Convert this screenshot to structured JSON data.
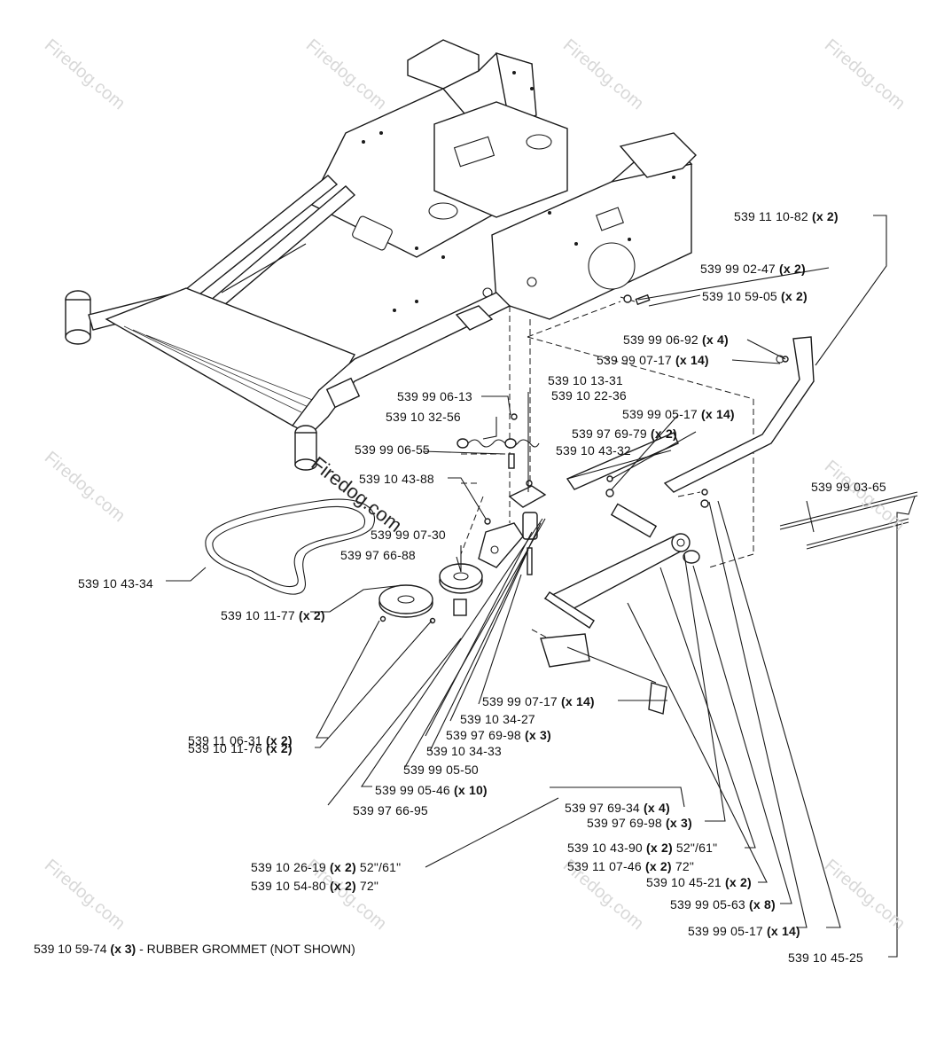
{
  "watermark": {
    "text": "Firedog.com"
  },
  "labels": [
    {
      "id": "l1",
      "part": "539 11 10-82",
      "qty": "(x 2)",
      "suffix": ""
    },
    {
      "id": "l2",
      "part": "539 99 02-47",
      "qty": "(x 2)",
      "suffix": ""
    },
    {
      "id": "l3",
      "part": "539 10 59-05",
      "qty": "(x 2)",
      "suffix": ""
    },
    {
      "id": "l4",
      "part": "539 99 06-92",
      "qty": "(x 4)",
      "suffix": ""
    },
    {
      "id": "l5",
      "part": "539 99 07-17",
      "qty": "(x 14)",
      "suffix": ""
    },
    {
      "id": "l6",
      "part": "539 10 13-31",
      "qty": "",
      "suffix": ""
    },
    {
      "id": "l7",
      "part": "539 99 06-13",
      "qty": "",
      "suffix": ""
    },
    {
      "id": "l8",
      "part": "539 10 22-36",
      "qty": "",
      "suffix": ""
    },
    {
      "id": "l9",
      "part": "539 10 32-56",
      "qty": "",
      "suffix": ""
    },
    {
      "id": "l10",
      "part": "539 99 05-17",
      "qty": "(x 14)",
      "suffix": ""
    },
    {
      "id": "l11",
      "part": "539 97 69-79",
      "qty": "(x 2)",
      "suffix": ""
    },
    {
      "id": "l12",
      "part": "539 99 06-55",
      "qty": "",
      "suffix": ""
    },
    {
      "id": "l13",
      "part": "539 10 43-32",
      "qty": "",
      "suffix": ""
    },
    {
      "id": "l14",
      "part": "539 10 43-88",
      "qty": "",
      "suffix": ""
    },
    {
      "id": "l15",
      "part": "539 99 03-65",
      "qty": "",
      "suffix": ""
    },
    {
      "id": "l16",
      "part": "539 99 07-30",
      "qty": "",
      "suffix": ""
    },
    {
      "id": "l17",
      "part": "539 97 66-88",
      "qty": "",
      "suffix": ""
    },
    {
      "id": "l18",
      "part": "539 10 43-34",
      "qty": "",
      "suffix": ""
    },
    {
      "id": "l19",
      "part": "539 10 11-77",
      "qty": "(x 2)",
      "suffix": ""
    },
    {
      "id": "l20",
      "part": "539 99 07-17",
      "qty": "(x 14)",
      "suffix": ""
    },
    {
      "id": "l21",
      "part": "539 10 34-27",
      "qty": "",
      "suffix": ""
    },
    {
      "id": "l22",
      "part": "539 11 06-31",
      "qty": "(x 2)",
      "suffix": ""
    },
    {
      "id": "l23",
      "part": "539 97 69-98",
      "qty": "(x 3)",
      "suffix": ""
    },
    {
      "id": "l24",
      "part": "539 10 11-76",
      "qty": "(x 2)",
      "suffix": ""
    },
    {
      "id": "l25",
      "part": "539 10 34-33",
      "qty": "",
      "suffix": ""
    },
    {
      "id": "l26",
      "part": "539 99 05-50",
      "qty": "",
      "suffix": ""
    },
    {
      "id": "l27",
      "part": "539 99 05-46",
      "qty": "(x 10)",
      "suffix": ""
    },
    {
      "id": "l28",
      "part": "539 97 66-95",
      "qty": "",
      "suffix": ""
    },
    {
      "id": "l29",
      "part": "539 97 69-34",
      "qty": "(x 4)",
      "suffix": ""
    },
    {
      "id": "l30",
      "part": "539 97 69-98",
      "qty": "(x 3)",
      "suffix": ""
    },
    {
      "id": "l31",
      "part": "539 10 43-90",
      "qty": "(x 2)",
      "suffix": " 52\"/61\""
    },
    {
      "id": "l32",
      "part": "539 11 07-46",
      "qty": "(x 2)",
      "suffix": " 72\""
    },
    {
      "id": "l33",
      "part": "539 10 26-19",
      "qty": "(x 2)",
      "suffix": " 52\"/61\""
    },
    {
      "id": "l34",
      "part": "539 10 54-80",
      "qty": "(x 2)",
      "suffix": " 72\""
    },
    {
      "id": "l35",
      "part": "539 10 45-21",
      "qty": "(x 2)",
      "suffix": ""
    },
    {
      "id": "l36",
      "part": "539 99 05-63",
      "qty": "(x 8)",
      "suffix": ""
    },
    {
      "id": "l37",
      "part": "539 99 05-17",
      "qty": "(x 14)",
      "suffix": ""
    },
    {
      "id": "l38",
      "part": "539 10 45-25",
      "qty": "",
      "suffix": ""
    }
  ],
  "footnote": {
    "part": "539 10 59-74",
    "qty": "(x 3)",
    "text": " - RUBBER GROMMET (NOT SHOWN)"
  }
}
